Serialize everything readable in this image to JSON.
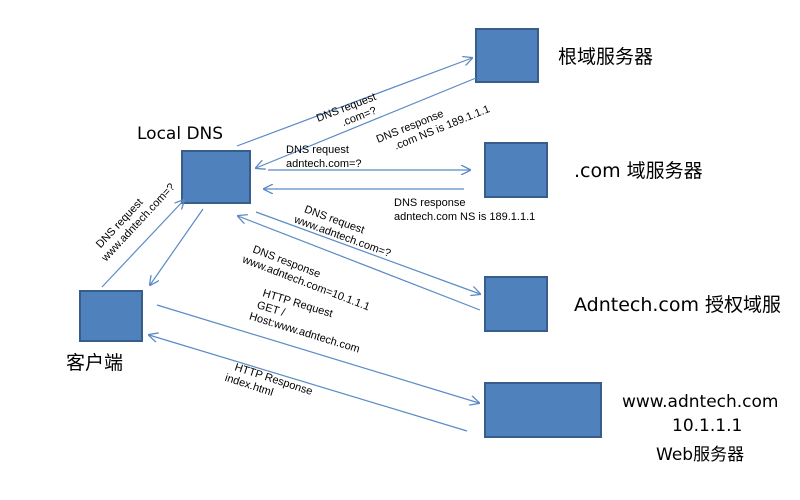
{
  "nodes": {
    "local_dns": "Local DNS",
    "client": "客户端",
    "root": "根域服务器",
    "com": ".com 域服务器",
    "auth": "Adntech.com 授权域服",
    "web_line1": "www.adntech.com",
    "web_line2": "10.1.1.1",
    "web_line3": "Web服务器"
  },
  "edges": {
    "client_request": {
      "line1": "DNS request",
      "line2": "www.adntech.com=?"
    },
    "root_request": {
      "line1": "DNS request",
      "line2": ".com=?"
    },
    "root_response": {
      "line1": "DNS response",
      "line2": ".com NS is 189.1.1.1"
    },
    "com_request": {
      "line1": "DNS request",
      "line2": "adntech.com=?"
    },
    "com_response": {
      "line1": "DNS response",
      "line2": "adntech.com NS is 189.1.1.1"
    },
    "auth_request": {
      "line1": "DNS request",
      "line2": "www.adntech.com=?"
    },
    "auth_response": {
      "line1": "DNS response",
      "line2": "www.adntech.com=10.1.1.1"
    },
    "http_request": {
      "line1": "HTTP Request",
      "line2": "GET /",
      "line3": "Host:www.adntech.com"
    },
    "http_response": {
      "line1": "HTTP Response",
      "line2": "index.html"
    }
  },
  "colors": {
    "box_fill": "#4f81bd",
    "box_border": "#385d8a",
    "arrow": "#5b8ac6"
  }
}
